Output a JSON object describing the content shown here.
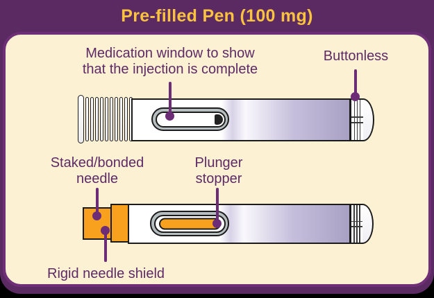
{
  "header": {
    "title": "Pre-filled Pen (100 mg)"
  },
  "labels": {
    "medication_window": {
      "line1": "Medication window to show",
      "line2": "that the injection is complete"
    },
    "buttonless": {
      "text": "Buttonless"
    },
    "staked_needle": {
      "line1": "Staked/bonded",
      "line2": "needle"
    },
    "plunger_stopper": {
      "line1": "Plunger",
      "line2": "stopper"
    },
    "rigid_needle_shield": {
      "text": "Rigid needle shield"
    }
  },
  "colors": {
    "background_purple": "#5b2a63",
    "card_cream": "#fdf1d4",
    "card_border_purple": "#6f2f76",
    "title_yellow": "#f9c23f",
    "label_purple": "#5d2a66",
    "callout_purple": "#6d2d76",
    "orange": "#f7a11f",
    "lavender": "#a9a1c4",
    "outline_black": "#1b1b1b",
    "window_ring_gray": "#b7bec0"
  }
}
